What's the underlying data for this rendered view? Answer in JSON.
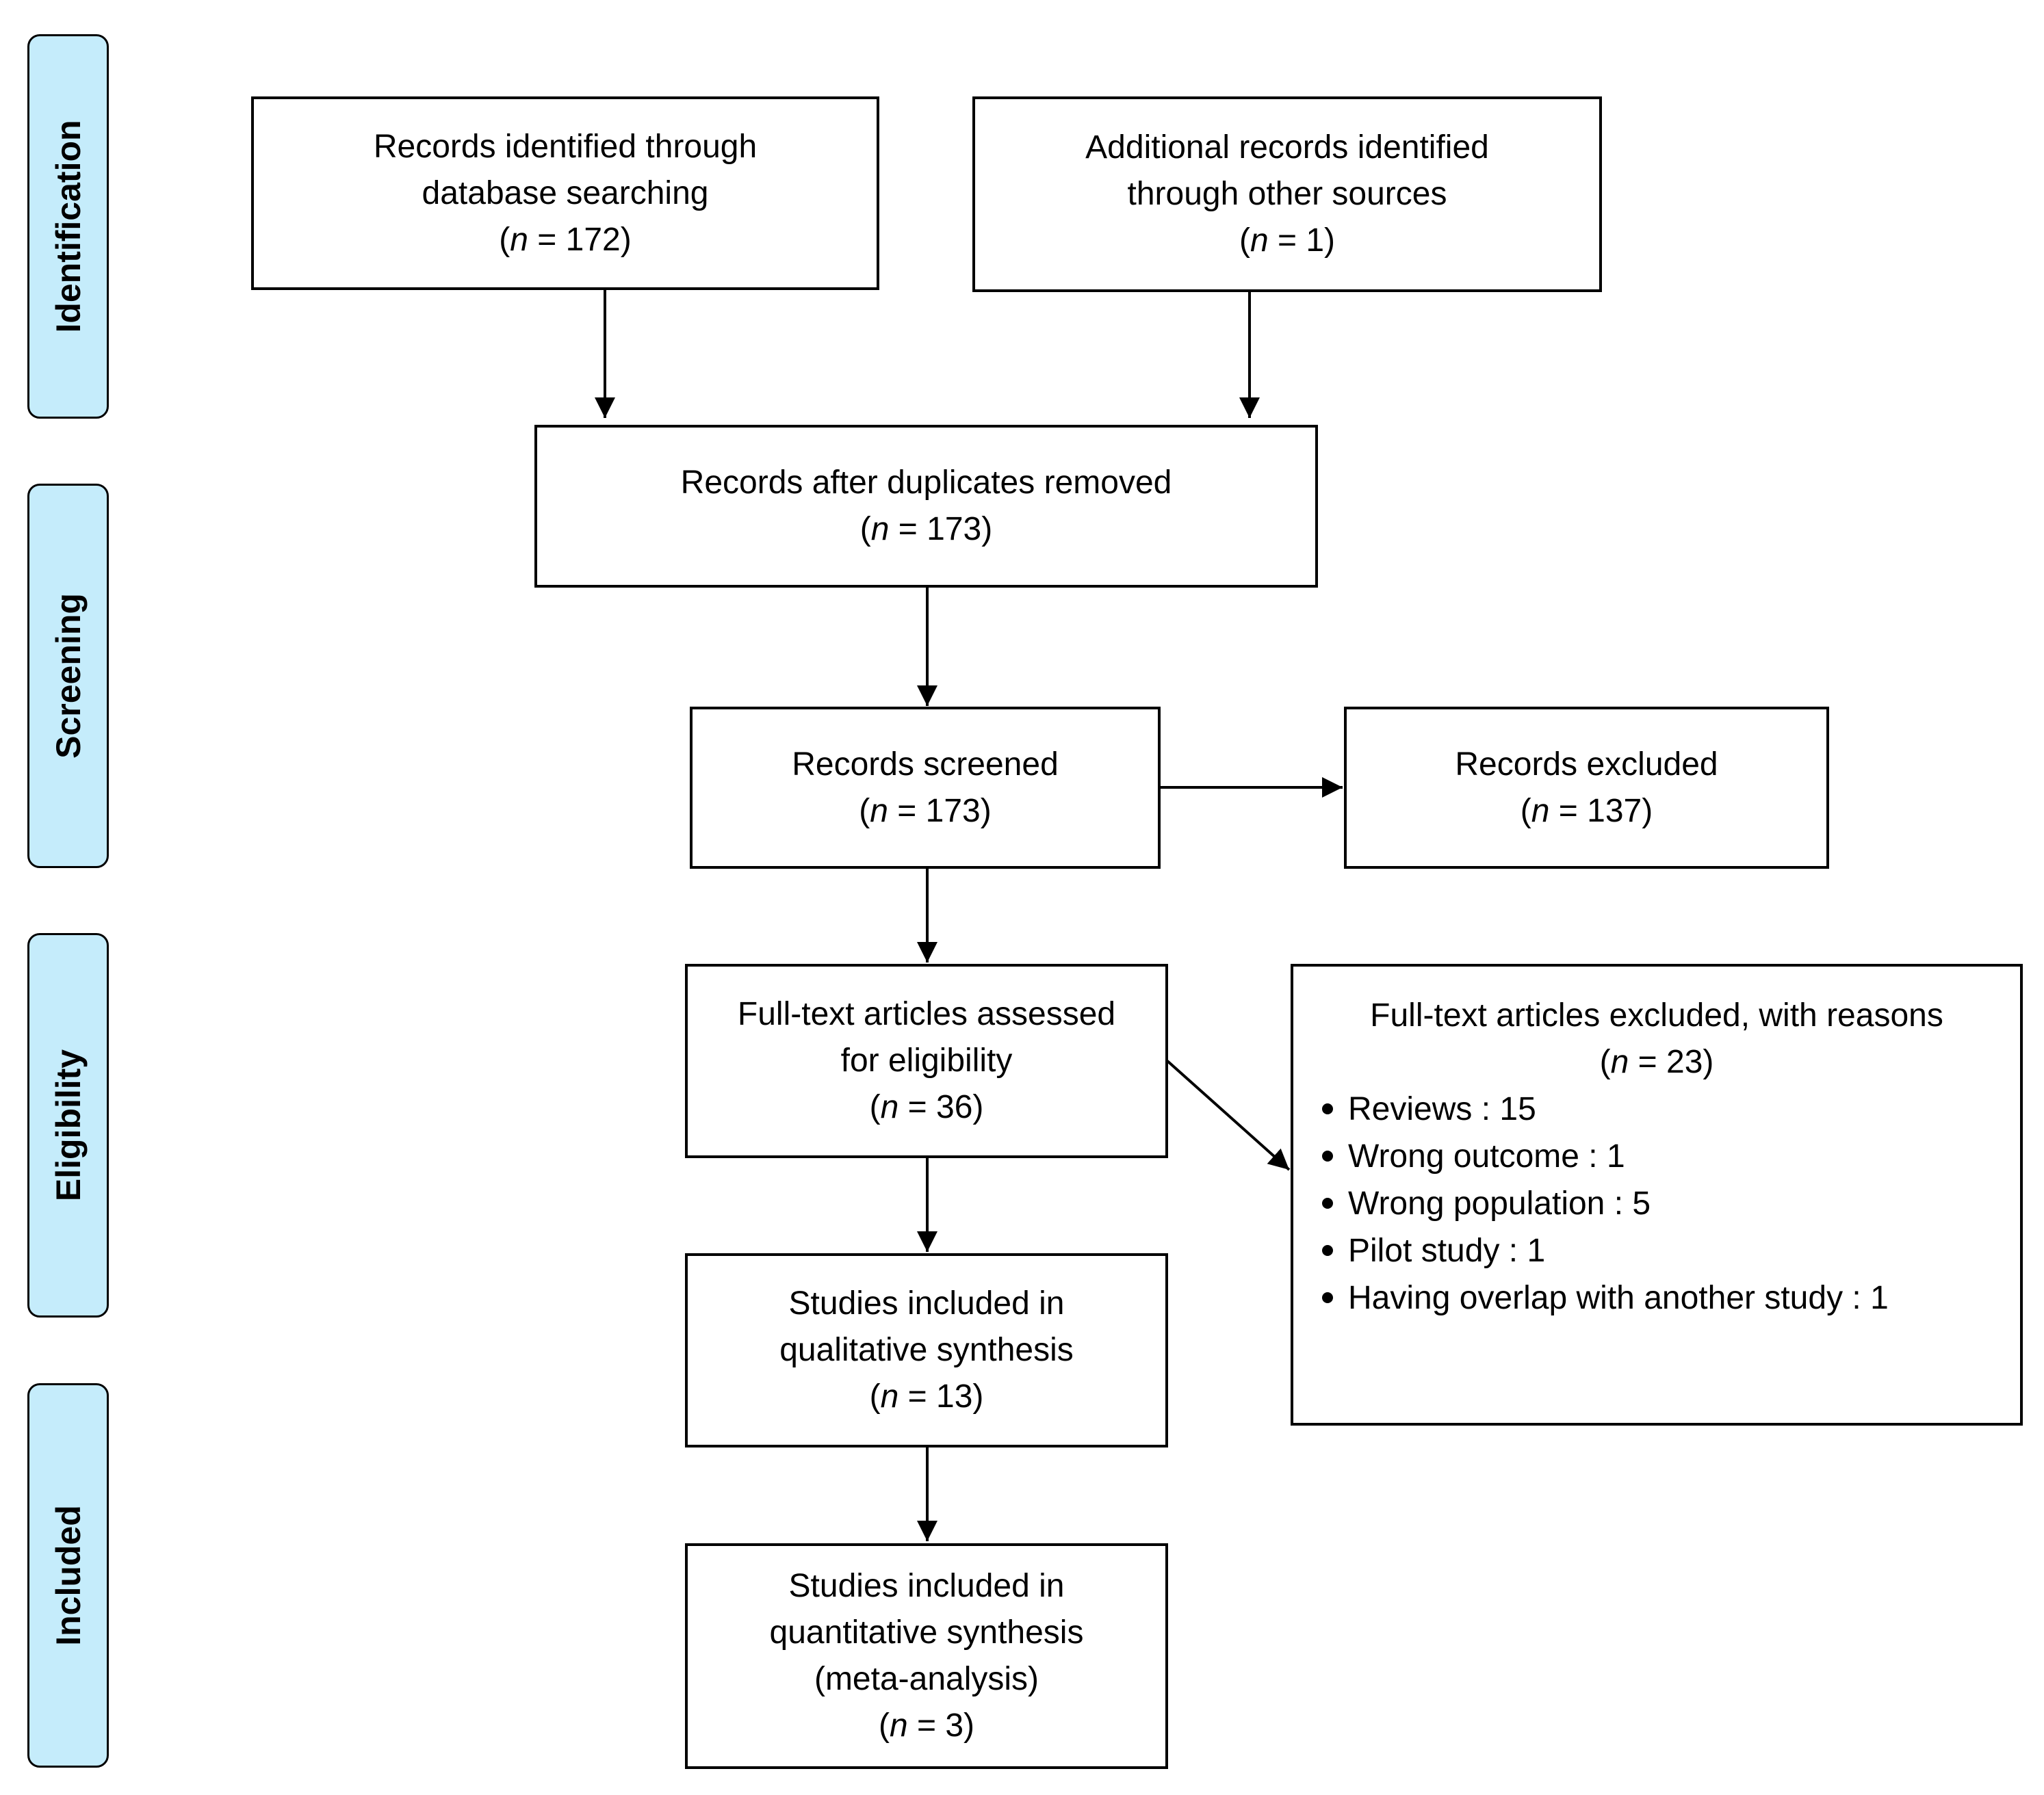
{
  "phases": [
    {
      "label": "Identification"
    },
    {
      "label": "Screening"
    },
    {
      "label": "Eligibility"
    },
    {
      "label": "Included"
    }
  ],
  "boxes": {
    "database_records": {
      "lines": [
        "Records identified through",
        "database searching"
      ],
      "n_prefix": "(",
      "n_symbol": "n",
      "n_value": " = 172)"
    },
    "other_sources": {
      "lines": [
        "Additional records identified",
        "through other sources"
      ],
      "n_prefix": "(",
      "n_symbol": "n",
      "n_value": " = 1)"
    },
    "duplicates_removed": {
      "lines": [
        "Records after duplicates removed"
      ],
      "n_prefix": "(",
      "n_symbol": "n",
      "n_value": " = 173)"
    },
    "screened": {
      "lines": [
        "Records screened"
      ],
      "n_prefix": "(",
      "n_symbol": "n",
      "n_value": " = 173)"
    },
    "excluded": {
      "lines": [
        "Records excluded"
      ],
      "n_prefix": "(",
      "n_symbol": "n",
      "n_value": " = 137)"
    },
    "fulltext_assessed": {
      "lines": [
        "Full-text articles assessed",
        "for eligibility"
      ],
      "n_prefix": "(",
      "n_symbol": "n",
      "n_value": " = 36)"
    },
    "fulltext_excluded": {
      "lines": [
        "Full-text articles excluded, with reasons"
      ],
      "n_prefix": "(",
      "n_symbol": "n",
      "n_value": " = 23)",
      "reasons": [
        "Reviews : 15",
        "Wrong outcome : 1",
        "Wrong population : 5",
        "Pilot study : 1",
        "Having overlap with another study : 1"
      ]
    },
    "qualitative": {
      "lines": [
        "Studies included in",
        "qualitative synthesis"
      ],
      "n_prefix": "(",
      "n_symbol": "n",
      "n_value": " = 13)"
    },
    "quantitative": {
      "lines": [
        "Studies included in",
        "quantitative synthesis",
        "(meta-analysis)"
      ],
      "n_prefix": "(",
      "n_symbol": "n",
      "n_value": " = 3)"
    }
  },
  "colors": {
    "phase_fill": "#c5ecfb",
    "stroke": "#000000",
    "box_fill": "#ffffff"
  }
}
